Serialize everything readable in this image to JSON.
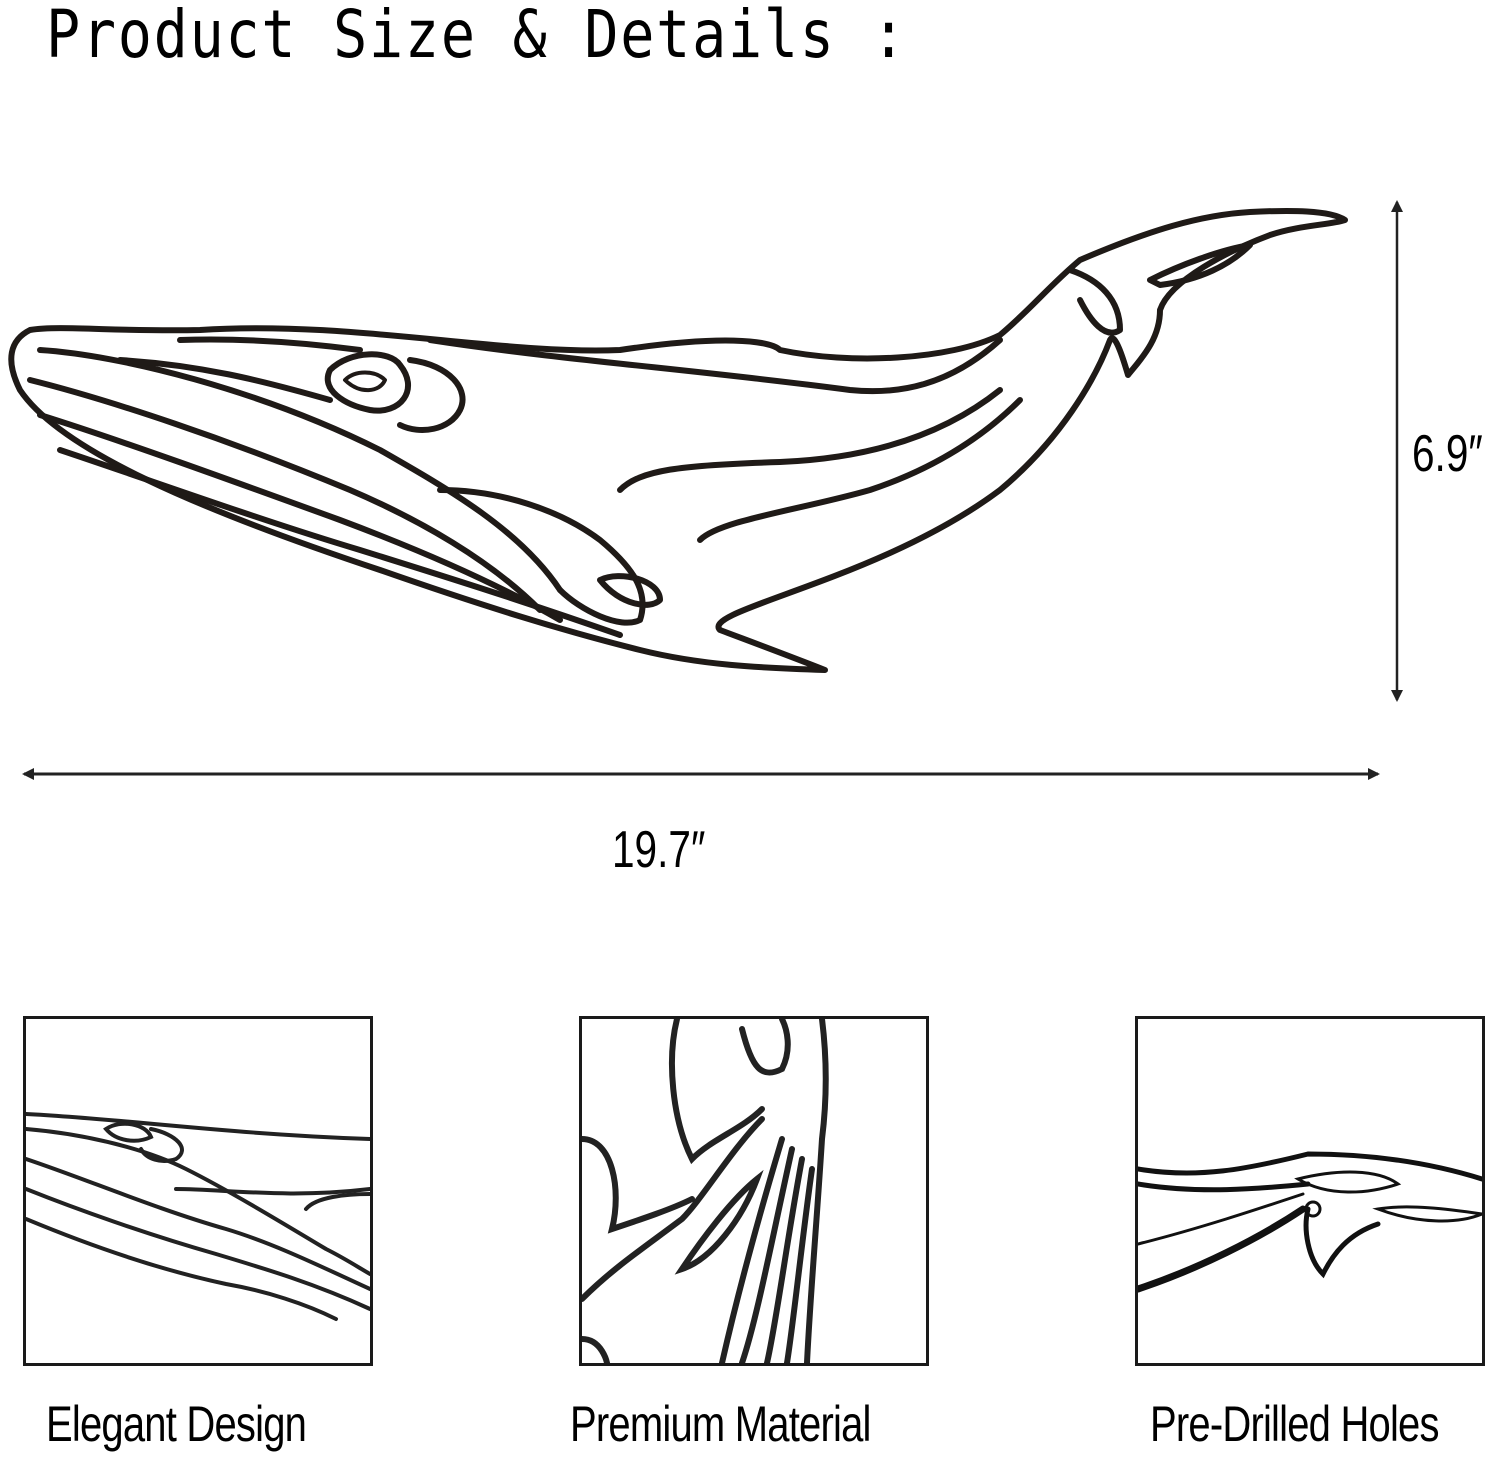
{
  "header": {
    "title": "Product Size & Details :"
  },
  "product": {
    "illustration": "humpback-whale-line-art",
    "dimensions": {
      "width_label": "19.7″",
      "height_label": "6.9″"
    }
  },
  "details": [
    {
      "caption": "Elegant Design",
      "image": "whale-head-closeup"
    },
    {
      "caption": "Premium Material",
      "image": "whale-fin-closeup"
    },
    {
      "caption": "Pre-Drilled Holes",
      "image": "whale-tail-hole-closeup"
    }
  ],
  "colors": {
    "background": "#ffffff",
    "line_art": "#1f1a17",
    "text": "#000000",
    "frame": "#1a1a1a"
  }
}
